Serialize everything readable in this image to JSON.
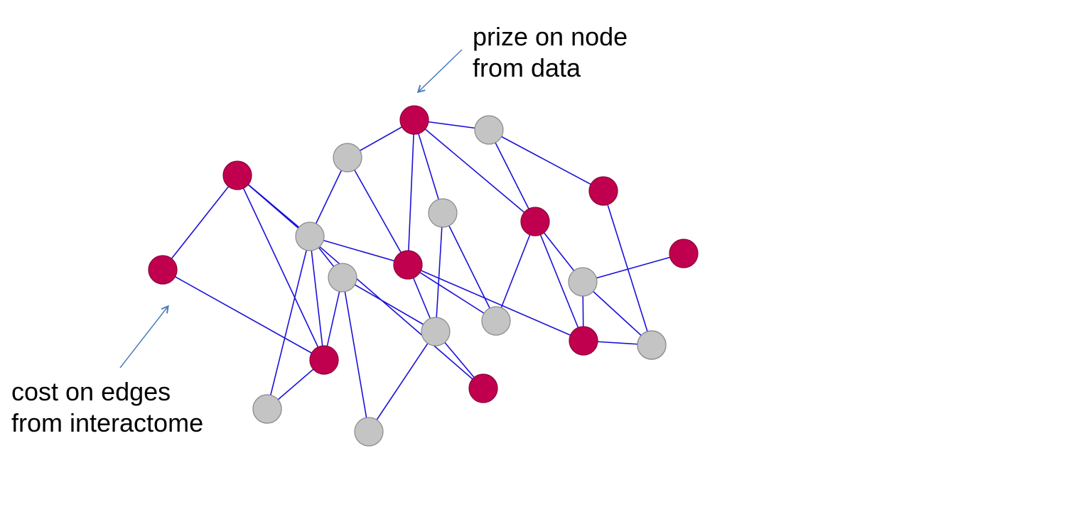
{
  "colors": {
    "edge": "#1a10d8",
    "prize_node_fill": "#c0004e",
    "prize_node_stroke": "#8a0038",
    "plain_node_fill": "#c4c4c4",
    "plain_node_stroke": "#8a8a8a",
    "annotation_arrow": "#4a7eb8",
    "text": "#000000"
  },
  "annotations": {
    "prize": {
      "line1": "prize on node",
      "line2": "from data"
    },
    "cost": {
      "line1": "cost on edges",
      "line2": "from interactome"
    }
  },
  "graph": {
    "nodes": [
      {
        "id": "n1",
        "kind": "prize"
      },
      {
        "id": "n2",
        "kind": "plain"
      },
      {
        "id": "n3",
        "kind": "plain"
      },
      {
        "id": "n4",
        "kind": "prize"
      },
      {
        "id": "n5",
        "kind": "prize"
      },
      {
        "id": "n6",
        "kind": "plain"
      },
      {
        "id": "n7",
        "kind": "prize"
      },
      {
        "id": "n8",
        "kind": "plain"
      },
      {
        "id": "n9",
        "kind": "prize"
      },
      {
        "id": "n10",
        "kind": "prize"
      },
      {
        "id": "n11",
        "kind": "plain"
      },
      {
        "id": "n12",
        "kind": "prize"
      },
      {
        "id": "n13",
        "kind": "prize"
      },
      {
        "id": "n14",
        "kind": "plain"
      },
      {
        "id": "n15",
        "kind": "plain"
      },
      {
        "id": "n16",
        "kind": "prize"
      },
      {
        "id": "n17",
        "kind": "plain"
      },
      {
        "id": "n18",
        "kind": "prize"
      },
      {
        "id": "n19",
        "kind": "prize"
      },
      {
        "id": "n20",
        "kind": "plain"
      },
      {
        "id": "n21",
        "kind": "plain"
      },
      {
        "id": "n22",
        "kind": "plain"
      },
      {
        "id": "n23",
        "kind": "plain"
      }
    ],
    "edges": [
      [
        "n1",
        "n3"
      ],
      [
        "n1",
        "n2"
      ],
      [
        "n1",
        "n10"
      ],
      [
        "n1",
        "n8"
      ],
      [
        "n1",
        "n12"
      ],
      [
        "n2",
        "n10"
      ],
      [
        "n2",
        "n5"
      ],
      [
        "n3",
        "n6"
      ],
      [
        "n3",
        "n12"
      ],
      [
        "n4",
        "n9"
      ],
      [
        "n4",
        "n13"
      ],
      [
        "n4",
        "n6"
      ],
      [
        "n4",
        "n18"
      ],
      [
        "n5",
        "n19"
      ],
      [
        "n6",
        "n12"
      ],
      [
        "n6",
        "n22"
      ],
      [
        "n6",
        "n13"
      ],
      [
        "n6",
        "n11"
      ],
      [
        "n8",
        "n17"
      ],
      [
        "n8",
        "n15"
      ],
      [
        "n9",
        "n13"
      ],
      [
        "n10",
        "n15"
      ],
      [
        "n10",
        "n14"
      ],
      [
        "n10",
        "n16"
      ],
      [
        "n11",
        "n13"
      ],
      [
        "n11",
        "n17"
      ],
      [
        "n11",
        "n23"
      ],
      [
        "n12",
        "n17"
      ],
      [
        "n12",
        "n15"
      ],
      [
        "n12",
        "n16"
      ],
      [
        "n13",
        "n22"
      ],
      [
        "n14",
        "n7"
      ],
      [
        "n14",
        "n16"
      ],
      [
        "n14",
        "n20"
      ],
      [
        "n16",
        "n19"
      ],
      [
        "n17",
        "n23"
      ],
      [
        "n17",
        "n18"
      ]
    ]
  }
}
